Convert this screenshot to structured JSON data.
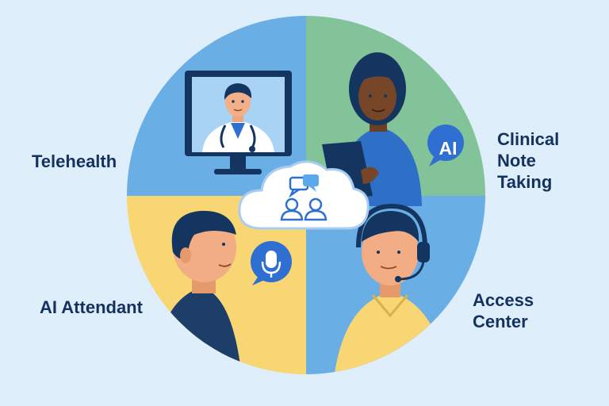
{
  "labels": {
    "telehealth": "Telehealth",
    "clinical_note_taking": [
      "Clinical",
      "Note",
      "Taking"
    ],
    "ai_attendant": "AI Attendant",
    "access_center": [
      "Access",
      "Center"
    ]
  },
  "ai_badge": "AI",
  "icons": {
    "center": "cloud-with-users-and-chat-icon",
    "badge": "ai-speech-bubble-icon",
    "voice": "microphone-speech-bubble-icon"
  },
  "colors": {
    "background": "#dfeefb",
    "quadrant_top_left": "#6aaee6",
    "quadrant_top_right": "#82c39a",
    "quadrant_bottom_left": "#f8d673",
    "quadrant_bottom_right": "#6aaee6",
    "label_text": "#14325f",
    "accent_blue": "#2f6fd1"
  }
}
